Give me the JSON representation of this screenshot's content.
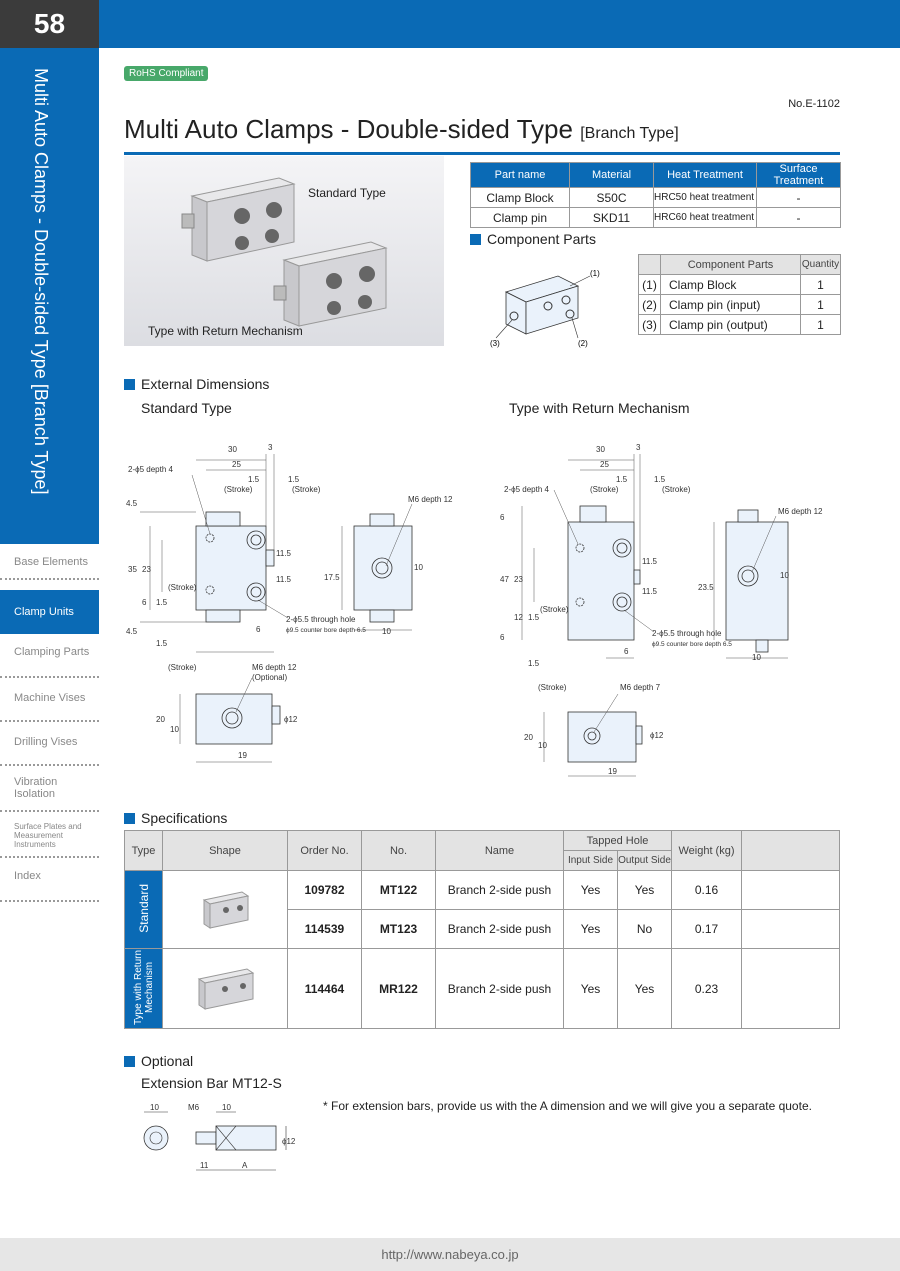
{
  "header": {
    "page_number": "58"
  },
  "sidebar": {
    "title": "Multi Auto Clamps - Double-sided Type [Branch Type]",
    "nav": [
      "Base Elements",
      "Clamp Units",
      "Clamping Parts",
      "Machine Vises",
      "Drilling Vises",
      "Vibration Isolation",
      "Surface Plates and Measurement Instruments",
      "Index"
    ]
  },
  "badge": "RoHS Compliant",
  "doc_no": "No.E-1102",
  "title": {
    "main": "Multi Auto Clamps - Double-sided Type",
    "sub": "[Branch Type]"
  },
  "photo": {
    "standard_label": "Standard Type",
    "return_label": "Type with Return Mechanism"
  },
  "material_table": {
    "headers": [
      "Part name",
      "Material",
      "Heat Treatment",
      "Surface Treatment"
    ],
    "rows": [
      [
        "Clamp Block",
        "S50C",
        "HRC50 heat treatment",
        "-"
      ],
      [
        "Clamp pin",
        "SKD11",
        "HRC60 heat treatment",
        "-"
      ]
    ]
  },
  "component_section": "Component Parts",
  "component_callouts": [
    "(1)",
    "(2)",
    "(3)"
  ],
  "component_table": {
    "headers": [
      "Component Parts",
      "Quantity"
    ],
    "rows": [
      [
        "(1)",
        "Clamp Block",
        "1"
      ],
      [
        "(2)",
        "Clamp pin (input)",
        "1"
      ],
      [
        "(3)",
        "Clamp pin (output)",
        "1"
      ]
    ]
  },
  "dimensions_section": "External Dimensions",
  "dim_standard": "Standard Type",
  "dim_return": "Type with Return Mechanism",
  "std_drawing": {
    "d30": "30",
    "d3": "3",
    "d25": "25",
    "d1_5": "1.5",
    "stroke": "(Stroke)",
    "hole_a": "2-ϕ5 depth 4",
    "d4_5": "4.5",
    "d35": "35",
    "d23": "23",
    "d6": "6",
    "m6_12": "M6 depth 12",
    "d17_5": "17.5",
    "d10": "10",
    "d11_5": "11.5",
    "hole_b": "2-ϕ5.5 through hole",
    "hole_b2": "ϕ9.5 counter bore depth 6.5",
    "m6_opt": "M6 depth 12",
    "optional": "(Optional)",
    "d20": "20",
    "d19": "19",
    "d12": "ϕ12"
  },
  "ret_drawing": {
    "d47": "47",
    "d12": "12",
    "d23_5": "23.5",
    "m6_7": "M6 depth 7"
  },
  "specs_section": "Specifications",
  "spec_table": {
    "headers": [
      "Type",
      "Shape",
      "Order No.",
      "No.",
      "Name",
      "Tapped Hole",
      "Weight (kg)"
    ],
    "subheaders": [
      "Input Side",
      "Output Side"
    ],
    "groups": [
      {
        "type": "Standard",
        "rows": [
          [
            "109782",
            "MT122",
            "Branch 2-side push",
            "Yes",
            "Yes",
            "0.16"
          ],
          [
            "114539",
            "MT123",
            "Branch 2-side push",
            "Yes",
            "No",
            "0.17"
          ]
        ]
      },
      {
        "type": "Type with Return Mechanism",
        "rows": [
          [
            "114464",
            "MR122",
            "Branch 2-side push",
            "Yes",
            "Yes",
            "0.23"
          ]
        ]
      }
    ]
  },
  "optional_section": "Optional",
  "ext_bar": {
    "title": "Extension Bar MT12-S",
    "note": "* For extension bars, provide us with the A dimension and we will give you a separate quote.",
    "d10": "10",
    "m6": "M6",
    "d11": "11",
    "a": "A",
    "d12": "ϕ12"
  },
  "footer": "http://www.nabeya.co.jp"
}
